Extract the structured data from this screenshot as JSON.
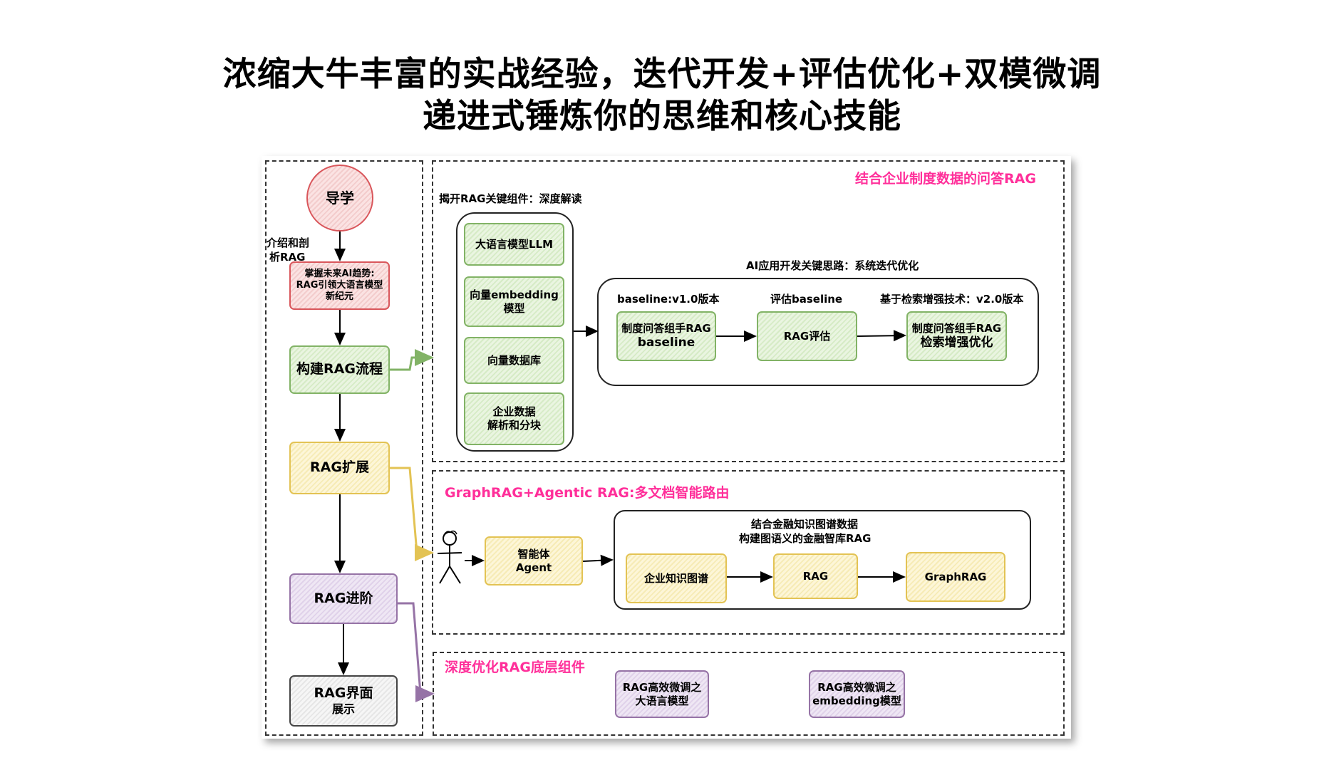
{
  "titles": {
    "line1": "浓缩大牛丰富的实战经验，迭代开发+评估优化+双模微调",
    "line2": "递进式锤炼你的思维和核心技能"
  },
  "left": {
    "daoxue": "导学",
    "intro_label_1": "介绍和剖",
    "intro_label_2": "析RAG",
    "trend_1": "掌握未来AI趋势:",
    "trend_2": "RAG引领大语言模型",
    "trend_3": "新纪元",
    "build": "构建RAG流程",
    "extend": "RAG扩展",
    "advance": "RAG进阶",
    "ui_1": "RAG界面",
    "ui_2": "展示"
  },
  "section1": {
    "title": "结合企业制度数据的问答RAG",
    "components_label": "揭开RAG关键组件：深度解读",
    "llm": "大语言模型LLM",
    "embed_1": "向量embedding",
    "embed_2": "模型",
    "vectordb": "向量数据库",
    "parse_1": "企业数据",
    "parse_2": "解析和分块",
    "iter_label": "AI应用开发关键思路：系统迭代优化",
    "baseline_label": "baseline:v1.0版本",
    "eval_label": "评估baseline",
    "v2_label": "基于检索增强技术：v2.0版本",
    "baseline_node_1": "制度问答组手RAG",
    "baseline_node_2": "baseline",
    "eval_node": "RAG评估",
    "v2_node_1": "制度问答组手RAG",
    "v2_node_2": "检索增强优化"
  },
  "section2": {
    "title": "GraphRAG+Agentic RAG:多文档智能路由",
    "agent_1": "智能体",
    "agent_2": "Agent",
    "kg_label_1": "结合金融知识图谱数据",
    "kg_label_2": "构建图语义的金融智库RAG",
    "kg": "企业知识图谱",
    "rag": "RAG",
    "graphrag": "GraphRAG"
  },
  "section3": {
    "title": "深度优化RAG底层组件",
    "ft_llm_1": "RAG高效微调之",
    "ft_llm_2": "大语言模型",
    "ft_embed_1": "RAG高效微调之",
    "ft_embed_2": "embedding模型"
  },
  "colors": {
    "pink_title": "#ff2f9a",
    "green": "#82b366",
    "red": "#d9565b",
    "yellow": "#e3c354",
    "purple": "#9673a6"
  }
}
